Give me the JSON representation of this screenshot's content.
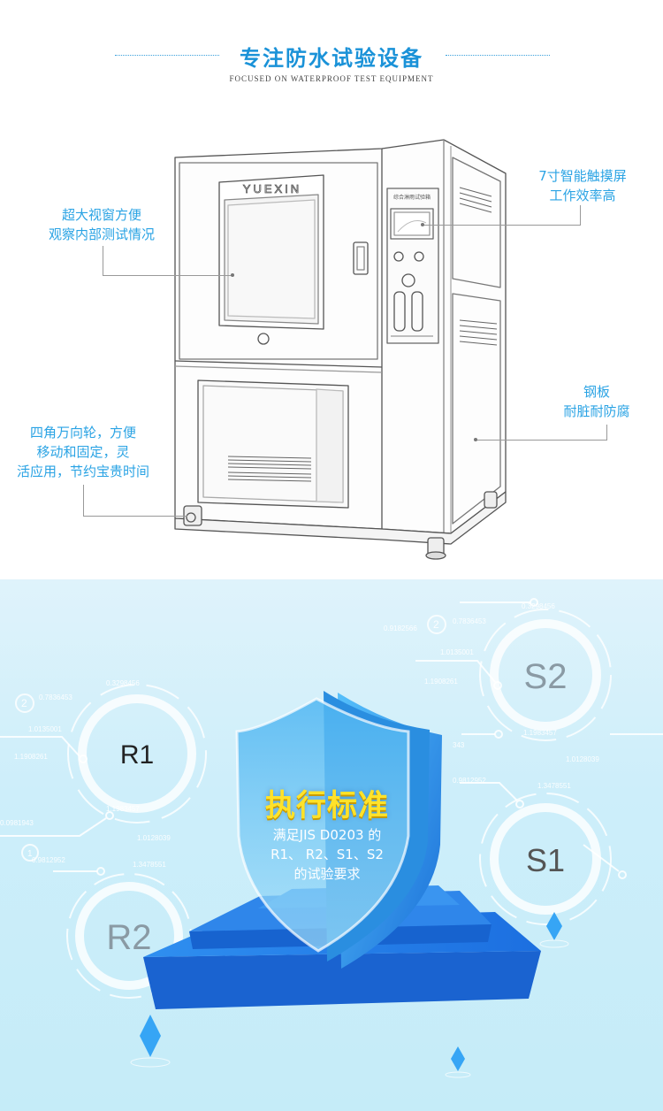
{
  "header": {
    "title": "专注防水试验设备",
    "subtitle": "FOCUSED ON WATERPROOF TEST EQUIPMENT"
  },
  "machine": {
    "brand": "YUEXIN",
    "panel_label": "综合淋雨试验箱"
  },
  "callouts": {
    "window": [
      "超大视窗方便",
      "观察内部测试情况"
    ],
    "screen": [
      "7寸智能触摸屏",
      "工作效率高"
    ],
    "steel": [
      "钢板",
      "耐脏耐防腐"
    ],
    "wheels": [
      "四角万向轮，方便",
      "移动和固定，灵",
      "活应用，节约宝贵时间"
    ]
  },
  "standard": {
    "title": "执行标准",
    "lines": [
      "满足JIS D0203 的",
      "R1、 R2、S1、S2",
      "的试验要求"
    ]
  },
  "rings": {
    "r1": "R1",
    "r2": "R2",
    "s1": "S1",
    "s2": "S2"
  },
  "deco_numbers": {
    "n1": "0.3298456",
    "n2": "0.7836453",
    "n3": "0.9182566",
    "n4": "1.0135001",
    "n5": "1.1908261",
    "n6": "1.1983457",
    "n7": "1.0128039",
    "n8": "1.3478551",
    "n9": "0.9812952",
    "n10": "0.0981943",
    "n11": "2",
    "n12": "1",
    "n13": "343"
  },
  "colors": {
    "accent": "#1a92d8",
    "callout": "#2aa3e4",
    "shield": "#2a8ee0",
    "platform": "#1e7ee8",
    "title_yellow": "#ffe22a"
  }
}
